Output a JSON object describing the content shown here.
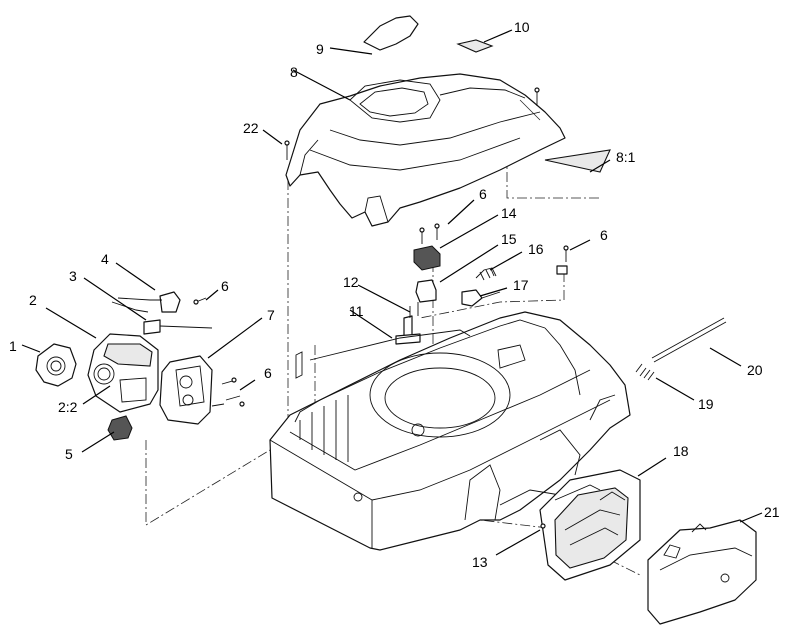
{
  "callouts": [
    {
      "id": "c1",
      "label": "1"
    },
    {
      "id": "c2",
      "label": "2"
    },
    {
      "id": "c2-2",
      "label": "2:2"
    },
    {
      "id": "c3",
      "label": "3"
    },
    {
      "id": "c4",
      "label": "4"
    },
    {
      "id": "c5",
      "label": "5"
    },
    {
      "id": "c6a",
      "label": "6"
    },
    {
      "id": "c6b",
      "label": "6"
    },
    {
      "id": "c6c",
      "label": "6"
    },
    {
      "id": "c6d",
      "label": "6"
    },
    {
      "id": "c7",
      "label": "7"
    },
    {
      "id": "c8",
      "label": "8"
    },
    {
      "id": "c8-1",
      "label": "8:1"
    },
    {
      "id": "c9",
      "label": "9"
    },
    {
      "id": "c10",
      "label": "10"
    },
    {
      "id": "c11",
      "label": "11"
    },
    {
      "id": "c12",
      "label": "12"
    },
    {
      "id": "c13",
      "label": "13"
    },
    {
      "id": "c14",
      "label": "14"
    },
    {
      "id": "c15",
      "label": "15"
    },
    {
      "id": "c16",
      "label": "16"
    },
    {
      "id": "c17",
      "label": "17"
    },
    {
      "id": "c18",
      "label": "18"
    },
    {
      "id": "c19",
      "label": "19"
    },
    {
      "id": "c20",
      "label": "20"
    },
    {
      "id": "c21",
      "label": "21"
    },
    {
      "id": "c22",
      "label": "22"
    }
  ]
}
